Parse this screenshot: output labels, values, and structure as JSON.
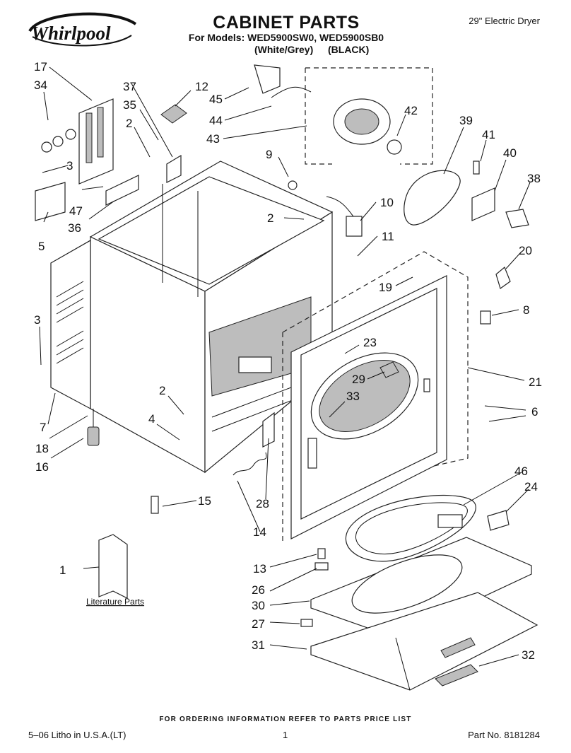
{
  "header": {
    "brand": "Whirlpool",
    "title": "CABINET PARTS",
    "models": "For Models: WED5900SW0, WED5900SB0",
    "variant_white": "(White/Grey)",
    "variant_black": "(BLACK)",
    "product": "29\" Electric Dryer"
  },
  "diagram": {
    "literature_label": "Literature Parts",
    "callouts": [
      "1",
      "2",
      "2",
      "2",
      "3",
      "3",
      "4",
      "5",
      "6",
      "7",
      "8",
      "9",
      "10",
      "11",
      "12",
      "13",
      "14",
      "15",
      "16",
      "17",
      "18",
      "19",
      "20",
      "21",
      "23",
      "24",
      "26",
      "27",
      "28",
      "29",
      "30",
      "31",
      "32",
      "33",
      "34",
      "35",
      "36",
      "37",
      "38",
      "39",
      "40",
      "41",
      "42",
      "43",
      "44",
      "45",
      "46",
      "47"
    ]
  },
  "footer": {
    "order_note": "FOR ORDERING INFORMATION REFER TO PARTS PRICE LIST",
    "litho": "5–06 Litho in U.S.A.(LT)",
    "page": "1",
    "part_no": "Part No. 8181284"
  }
}
